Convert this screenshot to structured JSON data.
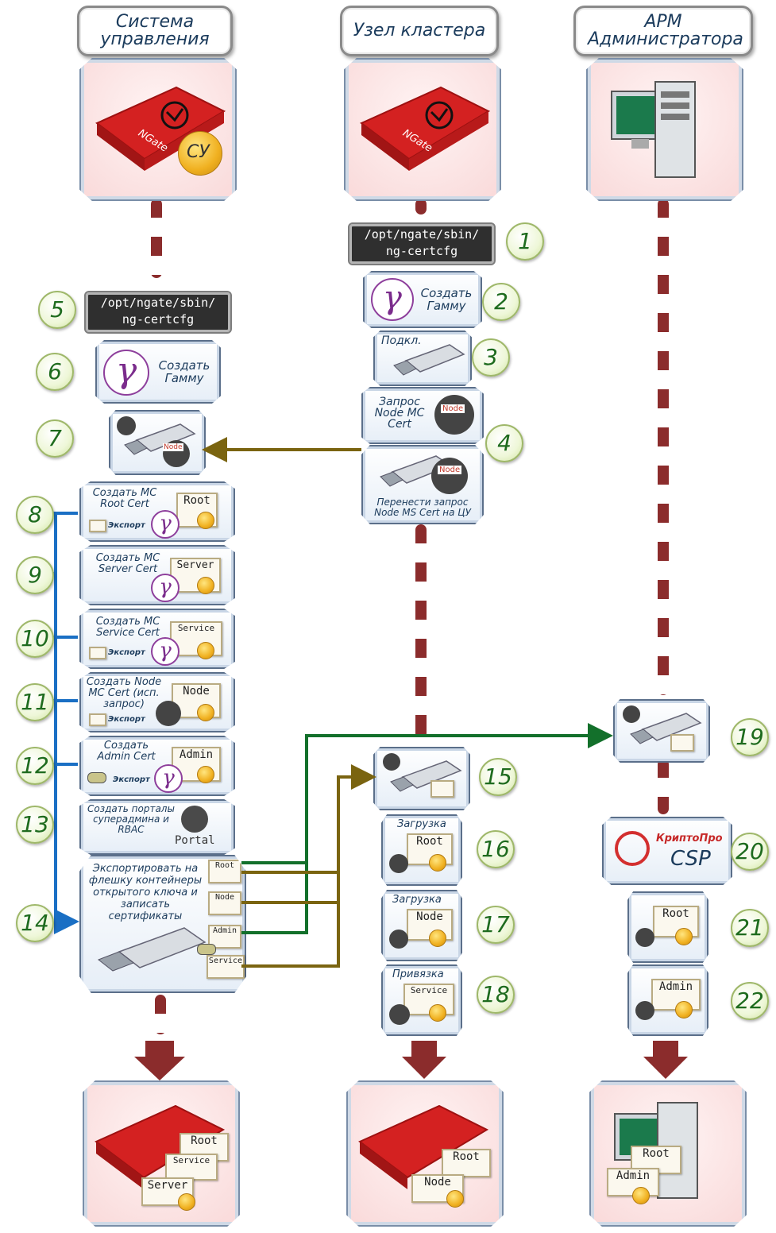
{
  "headers": {
    "cu": "Система управления",
    "node": "Узел кластера",
    "arm": "АРМ Администратора"
  },
  "badges": {
    "cu_badge": "СУ",
    "ngate": "NGate"
  },
  "commands": {
    "node_cmd": [
      "/opt/ngate/sbin/",
      "ng-certcfg"
    ],
    "cu_cmd": [
      "/opt/ngate/sbin/",
      "ng-certcfg"
    ]
  },
  "steps": {
    "n1": "1",
    "n2": "2",
    "n3": "3",
    "n4": "4",
    "n5": "5",
    "n6": "6",
    "n7": "7",
    "n8": "8",
    "n9": "9",
    "n10": "10",
    "n11": "11",
    "n12": "12",
    "n13": "13",
    "n14": "14",
    "n15": "15",
    "n16": "16",
    "n17": "17",
    "n18": "18",
    "n19": "19",
    "n20": "20",
    "n21": "21",
    "n22": "22"
  },
  "labels": {
    "create_gamma": "Создать Гамму",
    "connect": "Подкл.",
    "request_node": "Запрос Node MC Cert",
    "transfer": "Перенести запрос Node MS Cert на ЦУ",
    "create_root": "Создать МС Root Cert",
    "create_server": "Создать МС Server Cert",
    "create_service": "Создать МС Service Cert",
    "create_node": "Создать Node MC Cert (исп. запрос)",
    "create_admin": "Создать Admin Cert",
    "create_portals": "Создать порталы суперадмина и RBAC",
    "export_all": "Экспортировать на флешку контейнеры открытого ключа и записать сертификаты",
    "export": "Экспорт",
    "load": "Загрузка",
    "bind": "Привязка",
    "portal": "Portal",
    "node_tag": "Node"
  },
  "certs": {
    "root": "Root",
    "server": "Server",
    "service": "Service",
    "node": "Node",
    "admin": "Admin"
  },
  "csp": {
    "brand": "КриптоПро",
    "product": "CSP"
  },
  "colors": {
    "blue_connector": "#1a6fc4",
    "green_connector": "#13702b",
    "olive_connector": "#7a6410",
    "dashed_line": "#8b2c2c"
  }
}
